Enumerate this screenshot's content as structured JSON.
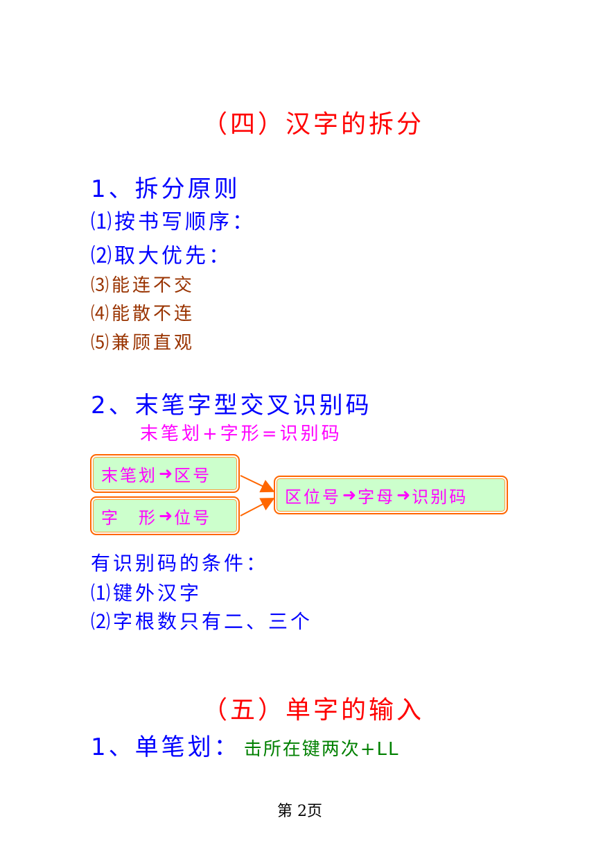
{
  "section4": {
    "title": "（四）汉字的拆分",
    "heading1": "1、拆分原则",
    "rules": [
      "⑴按书写顺序：",
      "⑵取大优先：",
      "⑶能连不交",
      "⑷能散不连",
      "⑸兼顾直观"
    ],
    "heading2": "2、末笔字型交叉识别码",
    "formula": "末笔划+字形=识别码",
    "diagram": {
      "box1_left": "末笔划",
      "box1_right": "区号",
      "box2_left": "字　形",
      "box2_right": "位号",
      "box3_a": "区位号",
      "box3_b": "字母",
      "box3_c": "识别码",
      "arrow_glyph": "➜"
    },
    "conditions_title": "有识别码的条件：",
    "conditions": [
      "⑴键外汉字",
      "⑵字根数只有二、三个"
    ]
  },
  "section5": {
    "title": "（五）单字的输入",
    "item1_label": "1、单笔划：",
    "item1_desc": "击所在键两次+LL"
  },
  "footer": {
    "page_label": "第 2页"
  },
  "colors": {
    "red": "#ff0000",
    "blue": "#0000ff",
    "brown": "#993300",
    "magenta": "#ff00ff",
    "green": "#008000",
    "box_fill": "#ccffcc",
    "box_border": "#ff6600"
  }
}
